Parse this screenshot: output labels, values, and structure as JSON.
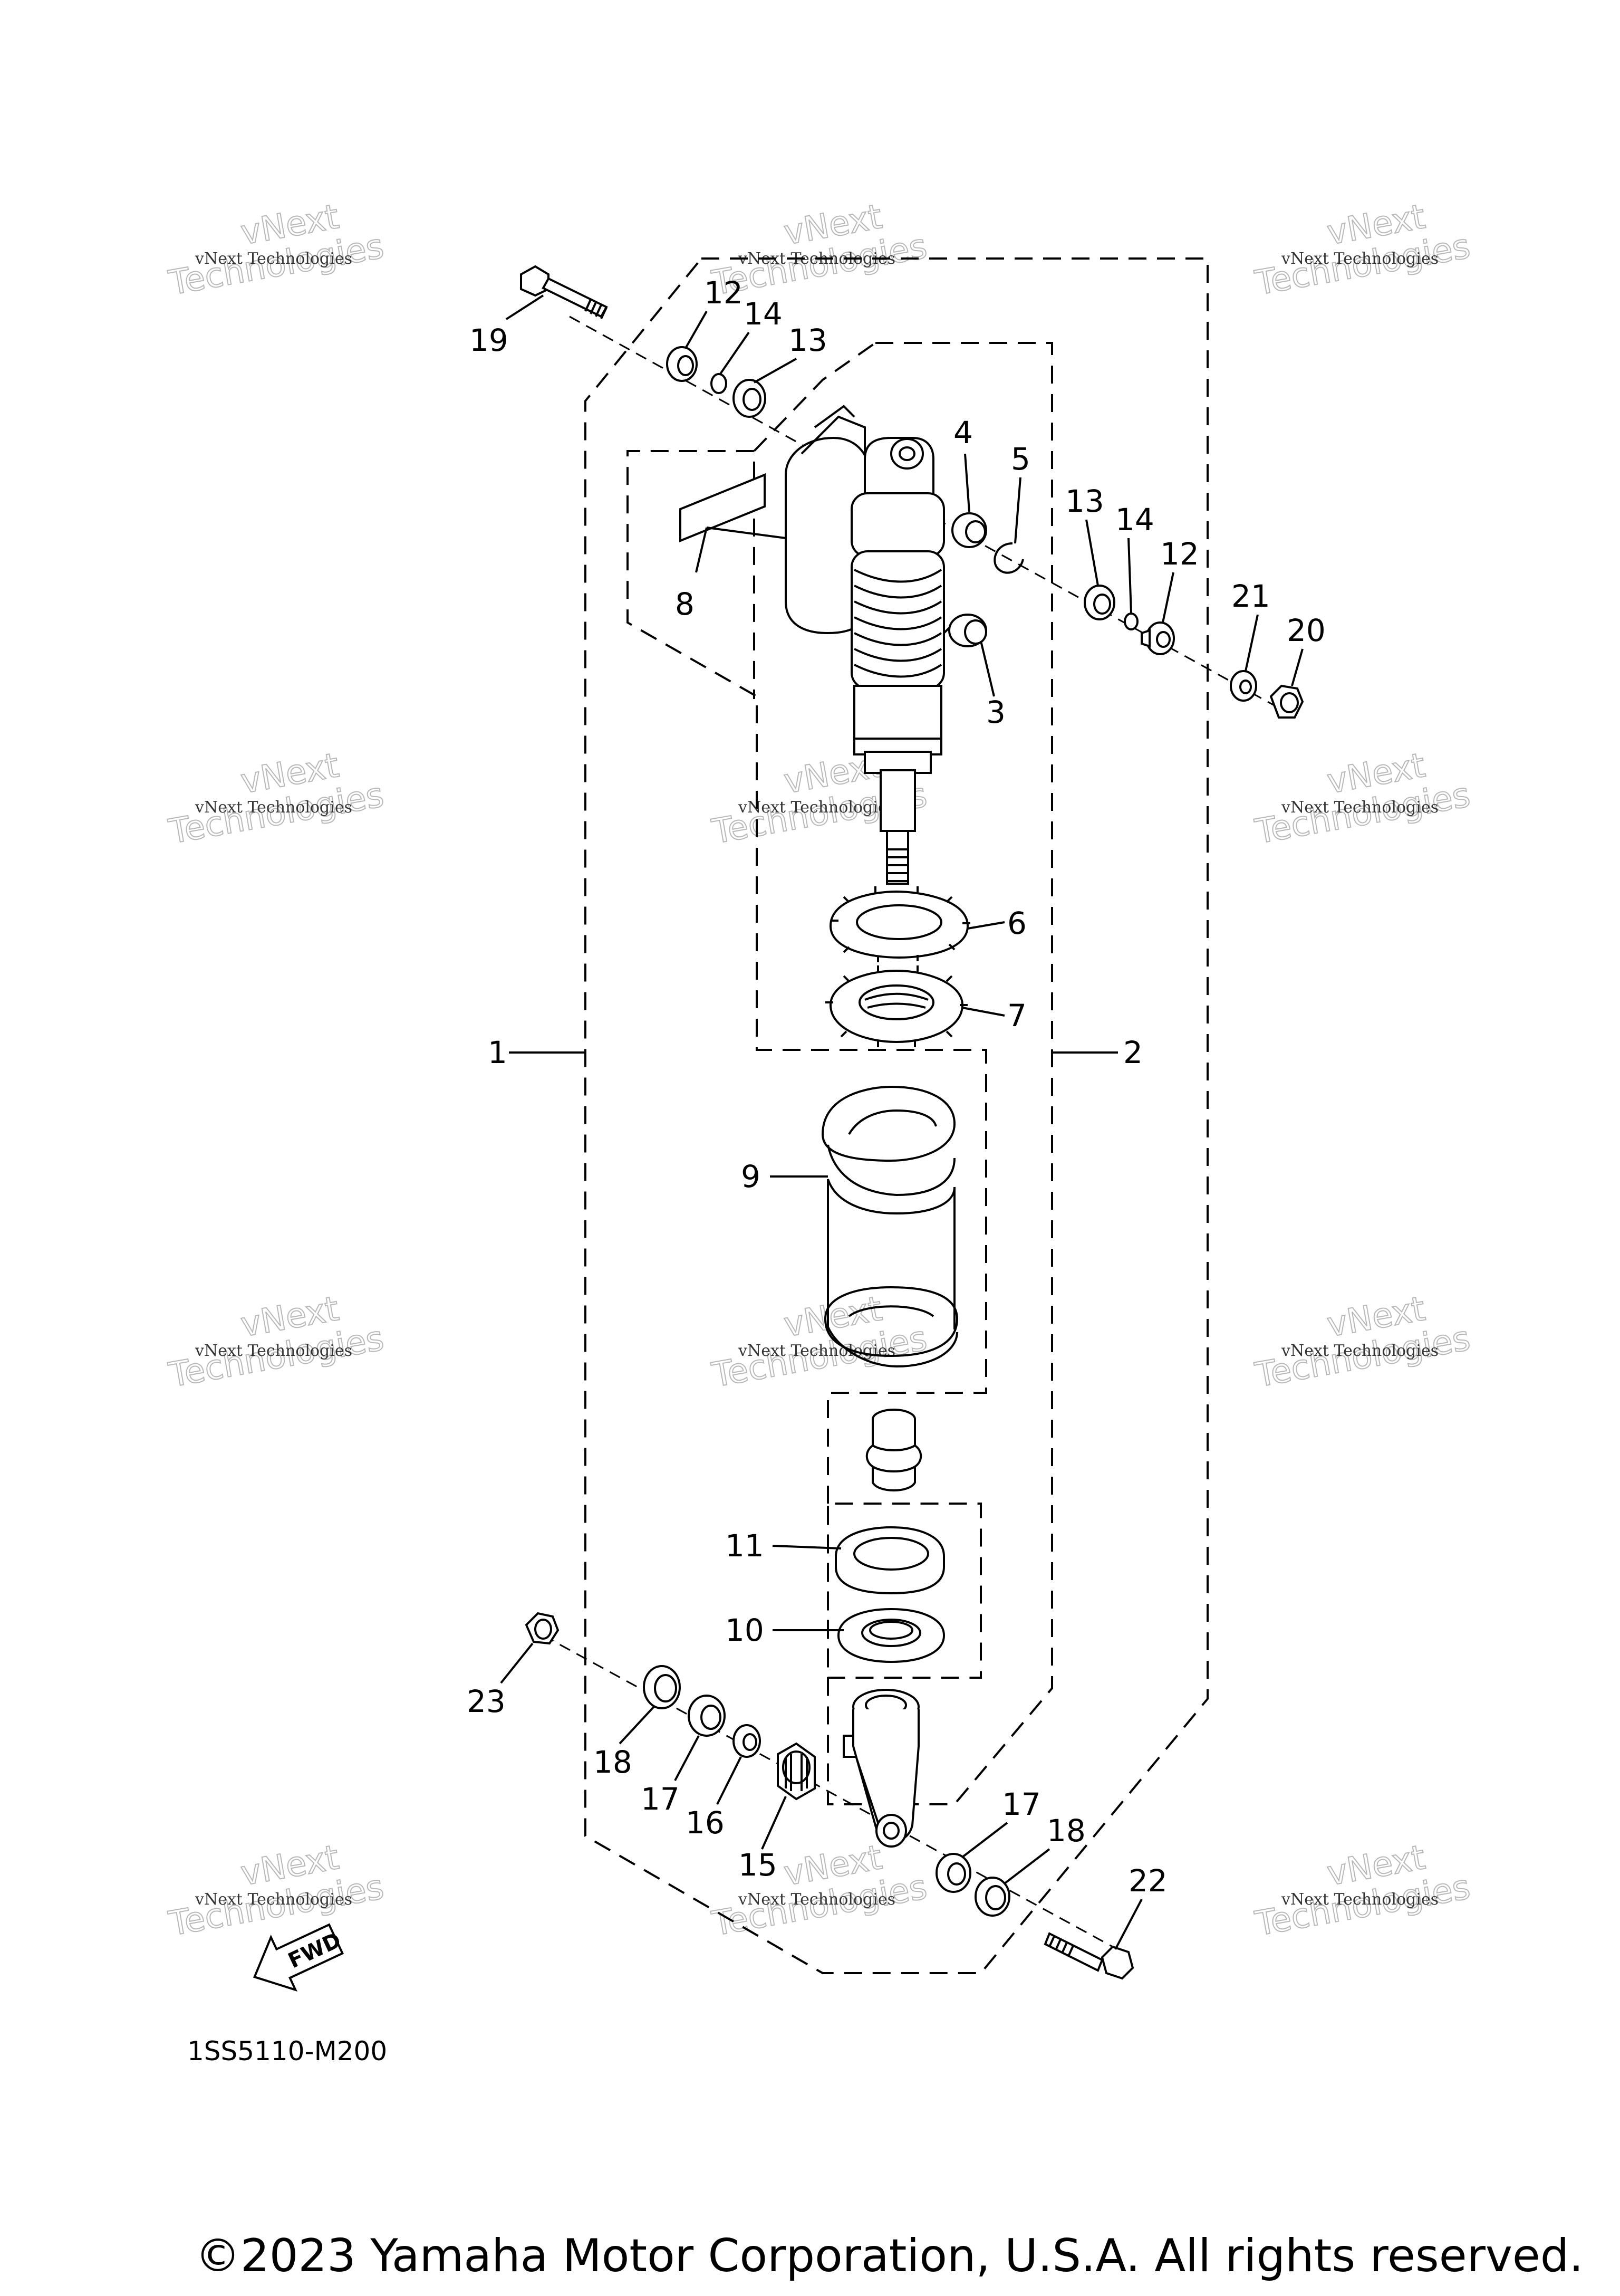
{
  "diagram": {
    "callouts": [
      "1",
      "2",
      "3",
      "4",
      "5",
      "6",
      "7",
      "8",
      "9",
      "10",
      "11",
      "12",
      "12",
      "13",
      "13",
      "14",
      "14",
      "15",
      "16",
      "17",
      "17",
      "18",
      "18",
      "19",
      "20",
      "21",
      "22",
      "23"
    ],
    "diagram_code": "1SS5110-M200",
    "fwd_label": "FWD",
    "copyright": "©2023 Yamaha Motor Corporation, U.S.A. All rights reserved.",
    "watermark": {
      "line1": "vNext Technologies",
      "line2": "vNext",
      "line3": "Technologies"
    }
  }
}
